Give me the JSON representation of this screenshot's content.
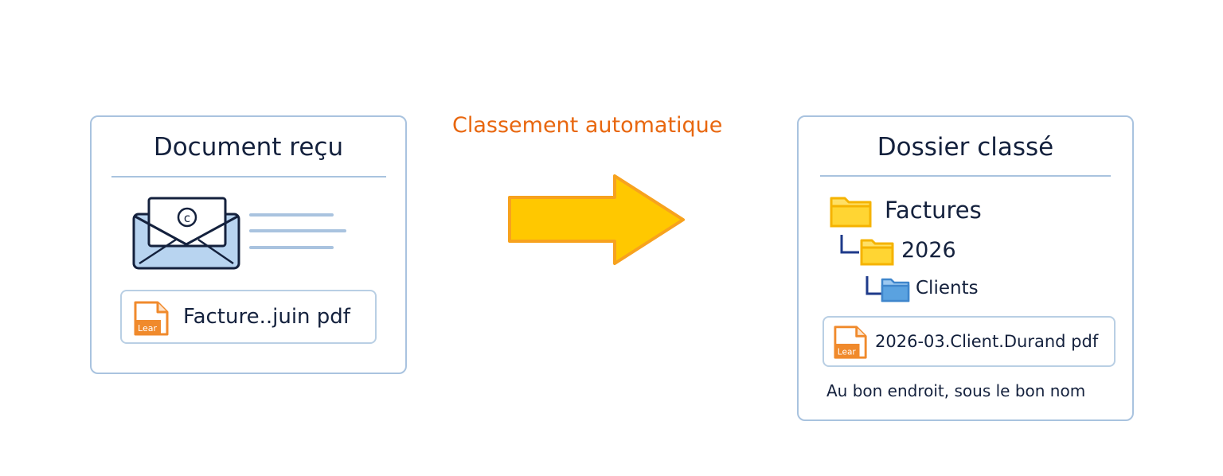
{
  "source": {
    "title": "Document reçu",
    "file_icon": "pdf-file-icon",
    "file_icon_text": "Lear",
    "filename": "Facture..juin pdf",
    "envelope_icon": "envelope-icon"
  },
  "flow": {
    "label": "Classement automatique",
    "arrow_icon": "right-arrow-icon"
  },
  "destination": {
    "title": "Dossier classé",
    "tree": [
      {
        "label": "Factures",
        "icon": "folder-yellow-icon"
      },
      {
        "label": "2026",
        "icon": "folder-yellow-icon"
      },
      {
        "label": "Clients",
        "icon": "folder-blue-icon"
      }
    ],
    "file_icon": "pdf-file-icon",
    "file_icon_text": "Lear",
    "filename": "2026-03.Client.Durand pdf",
    "caption": "Au bon endroit, sous le bon nom"
  },
  "colors": {
    "card_border": "#a9c3df",
    "accent_orange": "#e8670f",
    "arrow_fill": "#ffc800",
    "folder_yellow": "#ffd533",
    "folder_blue": "#5aa2e0",
    "text_dark": "#14213d"
  }
}
